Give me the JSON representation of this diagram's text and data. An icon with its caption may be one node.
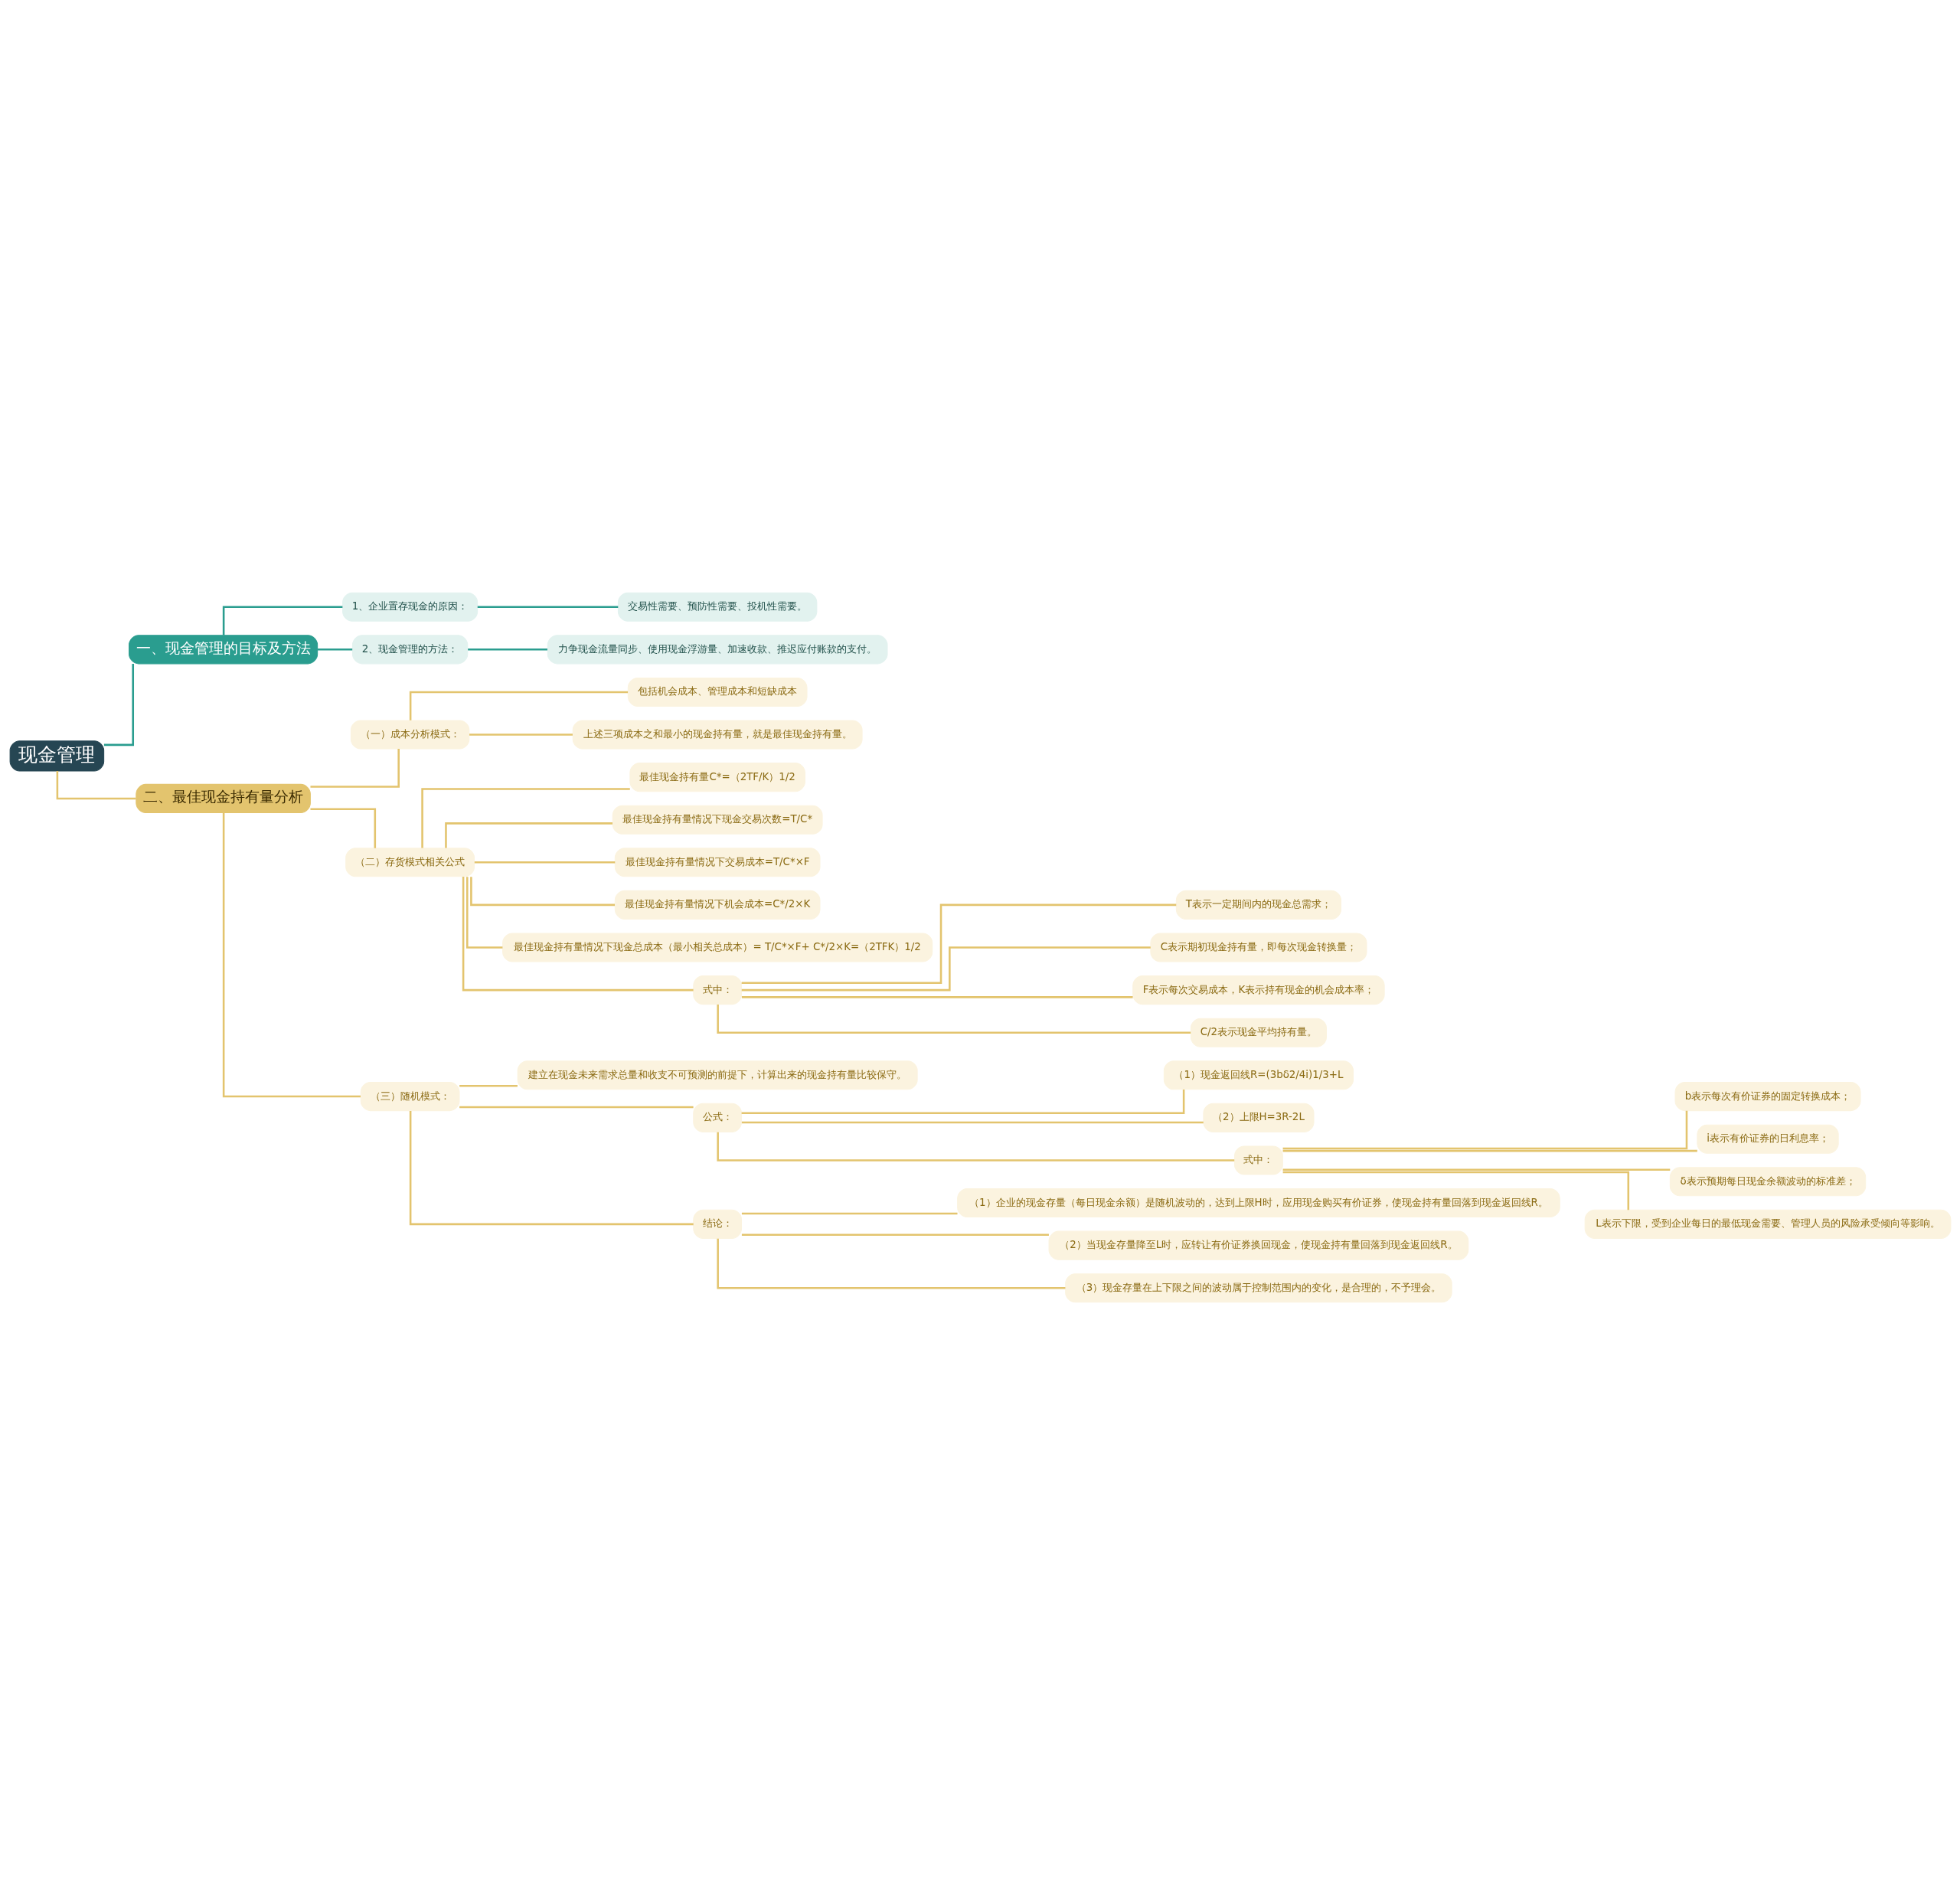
{
  "diagram": {
    "nodes": [
      {
        "text": [
          "现金管理"
        ]
      },
      {
        "text": [
          "一、现金管理的目标及方法"
        ]
      },
      {
        "text": [
          "1、企业置存现金的原因："
        ]
      },
      {
        "text": [
          "交易性需要、预防性需要、投机性需要。"
        ]
      },
      {
        "text": [
          "2、现金管理的方法："
        ]
      },
      {
        "text": [
          "力争现金流量同步、使用现金浮游量、加速收款、推迟应付账款的支付。"
        ]
      },
      {
        "text": [
          "二、最佳现金持有量分析"
        ]
      },
      {
        "text": [
          "（一）成本分析模式："
        ]
      },
      {
        "text": [
          "包括机会成本、管理成本和短缺成本"
        ]
      },
      {
        "text": [
          "上述三项成本之和最小的现金持有量，就是最佳现金持有量。"
        ]
      },
      {
        "text": [
          "（二）存货模式相关公式"
        ]
      },
      {
        "text": [
          "最佳现金持有量C*=（2TF/K）1/2"
        ]
      },
      {
        "text": [
          "最佳现金持有量情况下现金交易次数=T/C*"
        ]
      },
      {
        "text": [
          "最佳现金持有量情况下交易成本=T/C*×F"
        ]
      },
      {
        "text": [
          "最佳现金持有量情况下机会成本=C*/2×K"
        ]
      },
      {
        "text": [
          "最佳现金持有量情况下现金总成本（最小相关总成本）= T/C*×F+ C*/2×K=（2TFK）1/2"
        ]
      },
      {
        "text": [
          "式中："
        ]
      },
      {
        "text": [
          "T表示一定期间内的现金总需求；"
        ]
      },
      {
        "text": [
          "C表示期初现金持有量，即每次现金转换量；"
        ]
      },
      {
        "text": [
          "F表示每次交易成本，K表示持有现金的机会成本率；"
        ]
      },
      {
        "text": [
          "C/2表示现金平均持有量。"
        ]
      },
      {
        "text": [
          "（三）随机模式："
        ]
      },
      {
        "text": [
          "建立在现金未来需求总量和收支不可预测的前提下，计算出来的现金持有量比较保守。"
        ]
      },
      {
        "text": [
          "公式："
        ]
      },
      {
        "text": [
          "（1）现金返回线R=(3bδ2/4i)1/3+L"
        ]
      },
      {
        "text": [
          "（2）上限H=3R-2L"
        ]
      },
      {
        "text": [
          "式中："
        ]
      },
      {
        "text": [
          "b表示每次有价证券的固定转换成本；"
        ]
      },
      {
        "text": [
          "i表示有价证券的日利息率；"
        ]
      },
      {
        "text": [
          "δ表示预期每日现金余额波动的标准差；"
        ]
      },
      {
        "text": [
          "L表示下限，受到企业每日的最低现金需要、管理人员的风险承受倾向等影响。"
        ]
      },
      {
        "text": [
          "结论："
        ]
      },
      {
        "text": [
          "（1）企业的现金存量（每日现金余额）是随机波动的，达到上限H时，应用现金购买有价证券，使现金持有量回落到现金返回线R。"
        ]
      },
      {
        "text": [
          "（2）当现金存量降至L时，应转让有价证券换回现金，使现金持有量回落到现金返回线R。"
        ]
      },
      {
        "text": [
          "（3）现金存量在上下限之间的波动属于控制范围内的变化，是合理的，不予理会。"
        ]
      }
    ],
    "edges": [
      {
        "from": 0,
        "to": 1,
        "arrow": "none",
        "color": "#2a9d8f"
      },
      {
        "from": 1,
        "to": 2,
        "arrow": "none",
        "color": "#2a9d8f"
      },
      {
        "from": 2,
        "to": 3,
        "arrow": "none",
        "color": "#2a9d8f"
      },
      {
        "from": 1,
        "to": 4,
        "arrow": "none",
        "color": "#2a9d8f"
      },
      {
        "from": 4,
        "to": 5,
        "arrow": "none",
        "color": "#2a9d8f"
      },
      {
        "from": 0,
        "to": 6,
        "arrow": "none"
      },
      {
        "from": 6,
        "to": 7,
        "arrow": "none"
      },
      {
        "from": 7,
        "to": 8,
        "arrow": "none"
      },
      {
        "from": 7,
        "to": 9,
        "arrow": "none"
      },
      {
        "from": 6,
        "to": 10,
        "arrow": "none"
      },
      {
        "from": 10,
        "to": 11,
        "arrow": "none"
      },
      {
        "from": 10,
        "to": 12,
        "arrow": "none"
      },
      {
        "from": 10,
        "to": 13,
        "arrow": "none"
      },
      {
        "from": 10,
        "to": 14,
        "arrow": "none"
      },
      {
        "from": 10,
        "to": 15,
        "arrow": "none"
      },
      {
        "from": 10,
        "to": 16,
        "arrow": "none"
      },
      {
        "from": 16,
        "to": 17,
        "arrow": "none"
      },
      {
        "from": 16,
        "to": 18,
        "arrow": "none"
      },
      {
        "from": 16,
        "to": 19,
        "arrow": "none"
      },
      {
        "from": 16,
        "to": 20,
        "arrow": "none"
      },
      {
        "from": 6,
        "to": 21,
        "arrow": "none"
      },
      {
        "from": 21,
        "to": 22,
        "arrow": "none"
      },
      {
        "from": 21,
        "to": 23,
        "arrow": "none"
      },
      {
        "from": 23,
        "to": 24,
        "arrow": "none"
      },
      {
        "from": 23,
        "to": 25,
        "arrow": "none"
      },
      {
        "from": 23,
        "to": 26,
        "arrow": "none"
      },
      {
        "from": 26,
        "to": 27,
        "arrow": "none"
      },
      {
        "from": 26,
        "to": 28,
        "arrow": "none"
      },
      {
        "from": 26,
        "to": 29,
        "arrow": "none"
      },
      {
        "from": 26,
        "to": 30,
        "arrow": "none"
      },
      {
        "from": 21,
        "to": 31,
        "arrow": "none"
      },
      {
        "from": 31,
        "to": 32,
        "arrow": "none"
      },
      {
        "from": 31,
        "to": 33,
        "arrow": "none"
      },
      {
        "from": 31,
        "to": 34,
        "arrow": "none"
      }
    ]
  }
}
